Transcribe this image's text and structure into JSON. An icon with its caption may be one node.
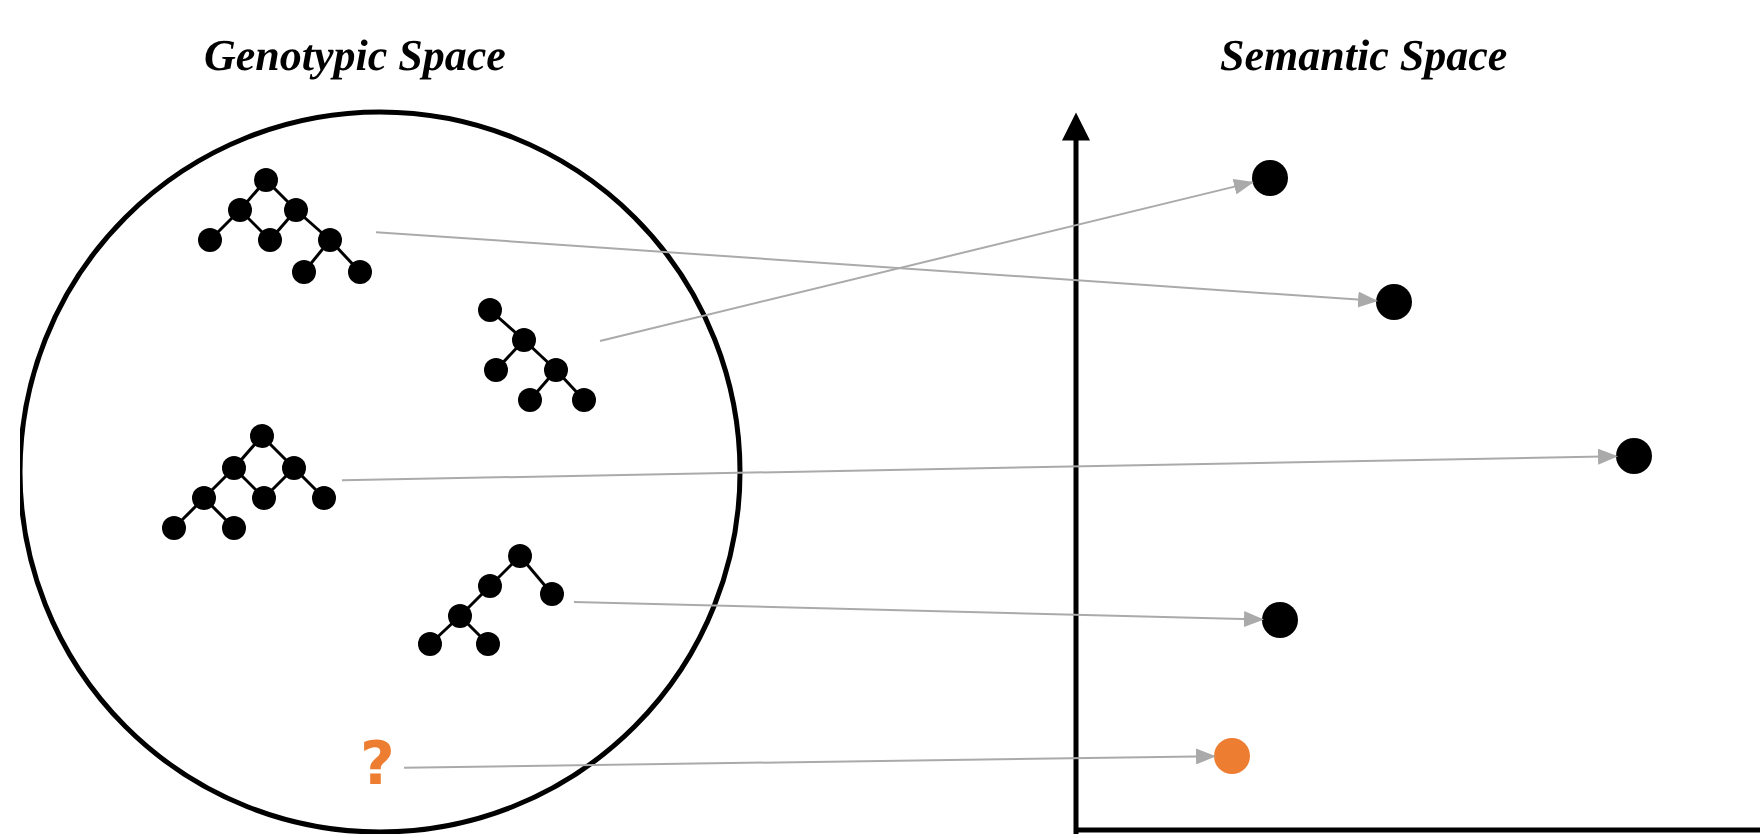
{
  "diagram": {
    "nodes": [
      {
        "text": [
          "Genotypic Space"
        ]
      },
      {
        "text": [],
        "shape": "picture",
        "in": 0
      },
      {
        "text": [],
        "shape": "picture",
        "in": 0
      },
      {
        "text": [],
        "shape": "picture",
        "in": 0
      },
      {
        "text": [],
        "shape": "picture",
        "in": 0
      },
      {
        "text": [
          "?"
        ],
        "in": 0
      },
      {
        "text": [
          "Semantic Space"
        ]
      },
      {
        "text": [],
        "shape": "circle",
        "in": 6
      },
      {
        "text": [],
        "shape": "circle",
        "in": 6
      },
      {
        "text": [],
        "shape": "circle",
        "in": 6
      },
      {
        "text": [],
        "shape": "circle",
        "in": 6
      },
      {
        "text": [],
        "shape": "circle",
        "in": 6
      }
    ],
    "edges": [
      {
        "from": 1,
        "to": 8,
        "arrow": "to"
      },
      {
        "from": 2,
        "to": 7,
        "arrow": "to"
      },
      {
        "from": 3,
        "to": 9,
        "arrow": "to"
      },
      {
        "from": 4,
        "to": 10,
        "arrow": "to"
      },
      {
        "from": 5,
        "to": 11,
        "arrow": "to"
      }
    ]
  }
}
